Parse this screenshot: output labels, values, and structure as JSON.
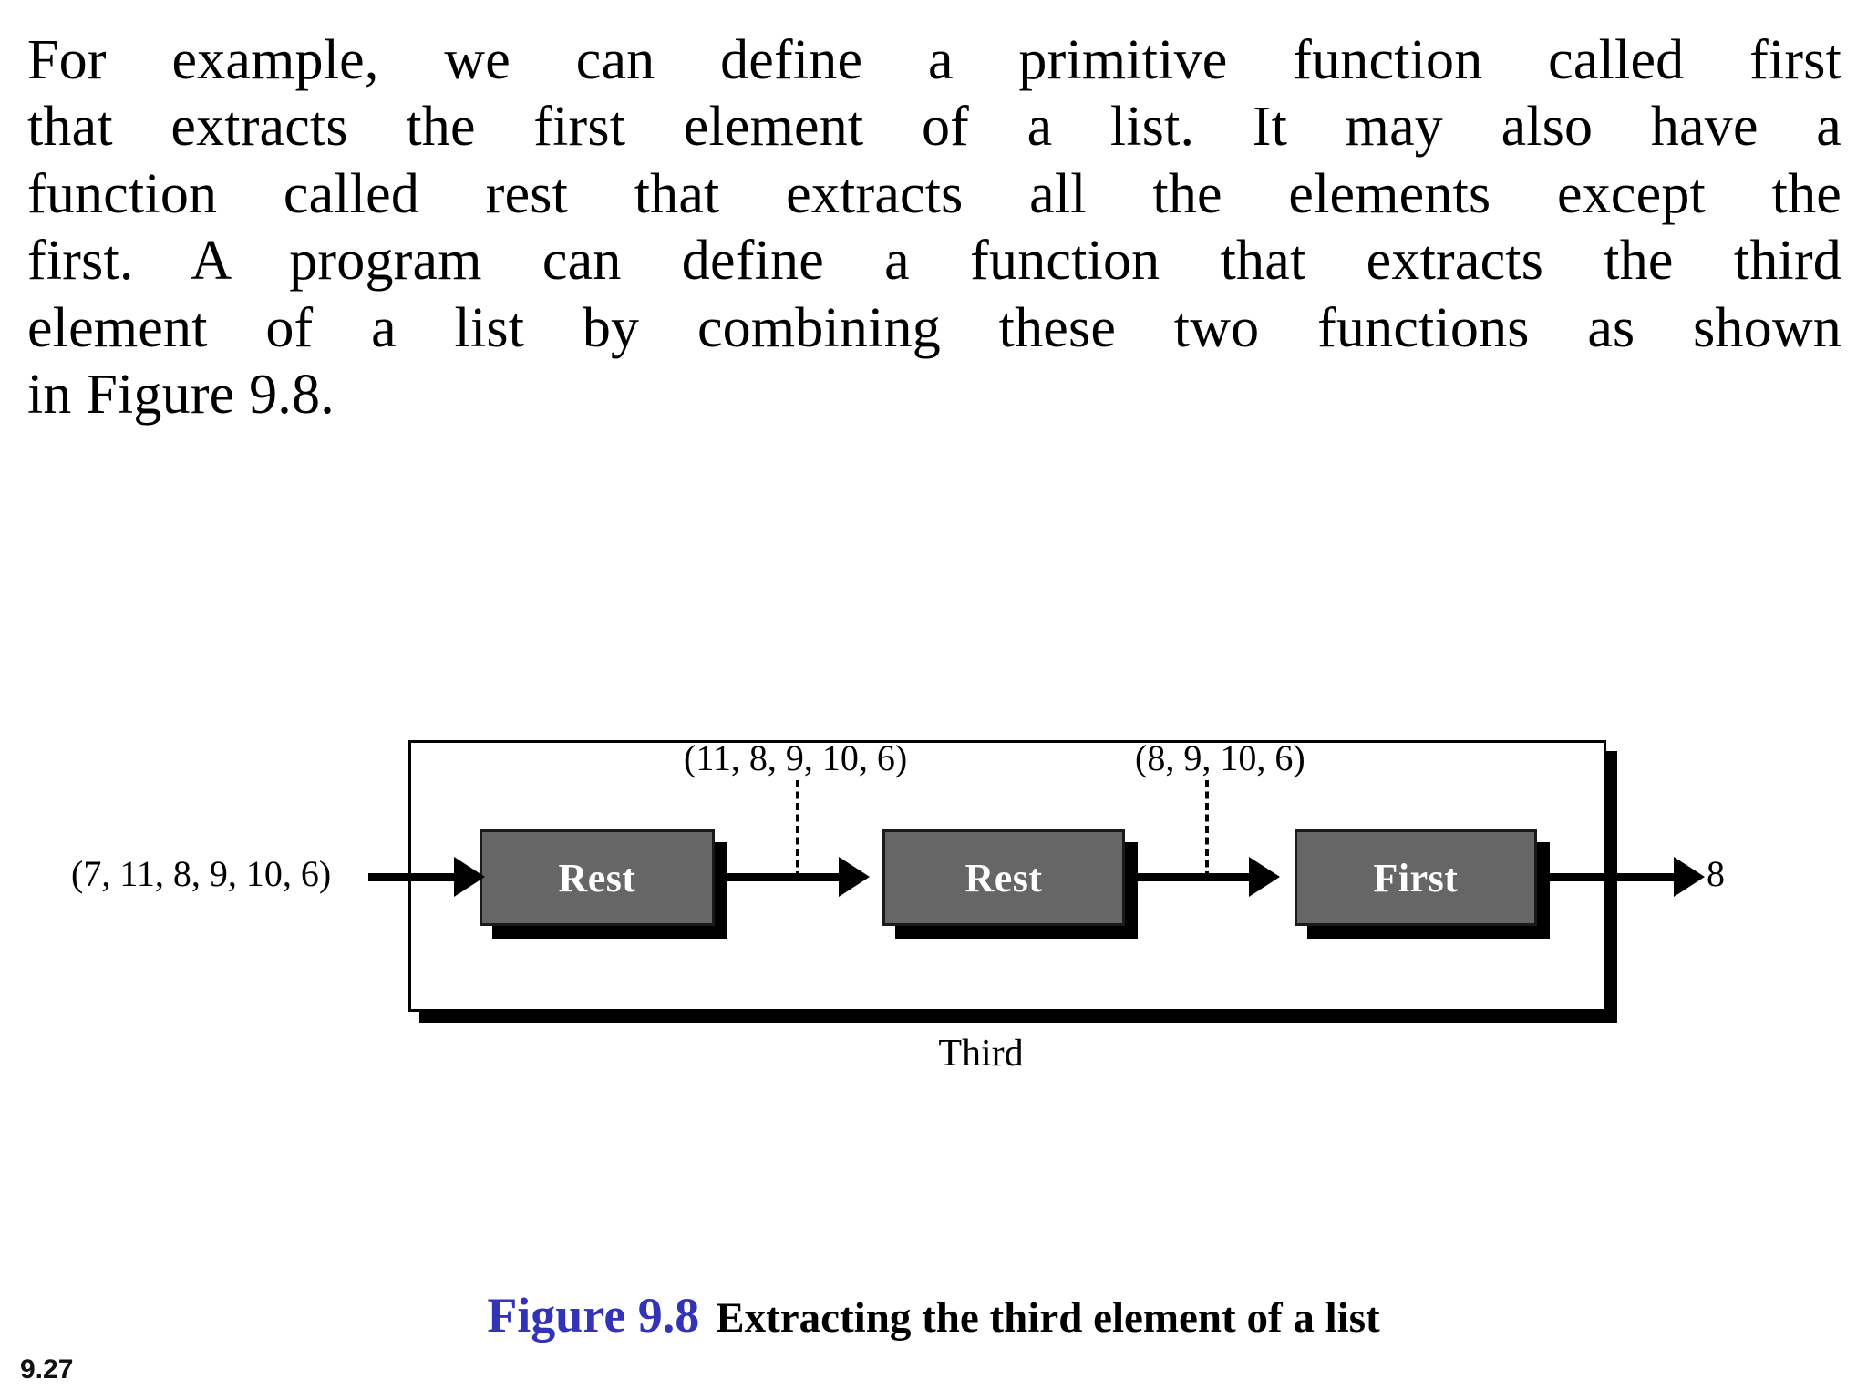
{
  "paragraph": {
    "lines": [
      "For example, we can define a primitive function called first",
      "that extracts the first element of a list. It may also have a",
      "function called rest that extracts all the elements except the",
      "first. A program can define a function that extracts the third",
      "element of a list by combining these two functions as shown",
      "in Figure 9.8."
    ],
    "full_text": "For example, we can define a primitive function called first that extracts the first element of a list. It may also have a function called rest that extracts all the elements except the first. A program can define a function that extracts the third element of a list by combining these two functions as shown in Figure 9.8."
  },
  "figure": {
    "input_label": "(7, 11, 8, 9, 10, 6)",
    "output_label": "8",
    "intermediate_labels": [
      "(11, 8, 9, 10, 6)",
      "(8, 9, 10, 6)"
    ],
    "blocks": [
      {
        "label": "Rest"
      },
      {
        "label": "Rest"
      },
      {
        "label": "First"
      }
    ],
    "outer_label": "Third",
    "colors": {
      "block_fill": "#666666",
      "block_border": "#1a1a1a",
      "block_text": "#ffffff",
      "line": "#000000"
    }
  },
  "caption": {
    "number": "Figure 9.8",
    "title": "Extracting the third element of a list",
    "number_color": "#3333b8"
  },
  "slide_number": "9.27"
}
